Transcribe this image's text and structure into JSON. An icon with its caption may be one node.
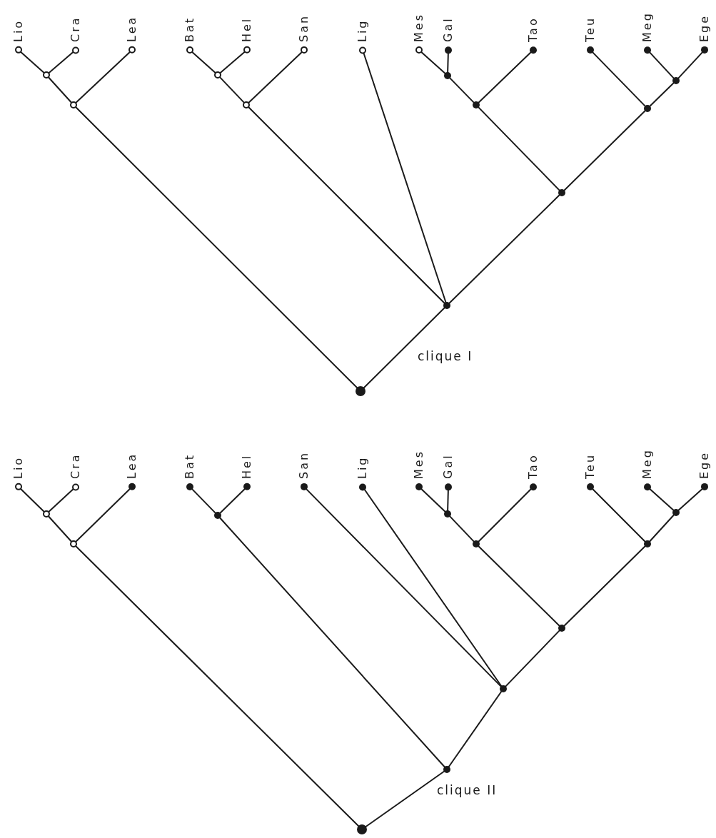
{
  "diagram": {
    "nodes": [
      {
        "text": [
          "Lio"
        ]
      },
      {
        "text": [
          "Cra"
        ]
      },
      {
        "text": [
          "Lea"
        ]
      },
      {
        "text": [
          "Bat"
        ]
      },
      {
        "text": [
          "Hel"
        ]
      },
      {
        "text": [
          "San"
        ]
      },
      {
        "text": [
          "Lig"
        ]
      },
      {
        "text": [
          "Mes"
        ]
      },
      {
        "text": [
          "Gal"
        ]
      },
      {
        "text": [
          "Tao"
        ]
      },
      {
        "text": [
          "Teu"
        ]
      },
      {
        "text": [
          "Meg"
        ]
      },
      {
        "text": [
          "Ege"
        ]
      },
      {
        "text": [],
        "shape": "circle"
      },
      {
        "text": [],
        "shape": "circle"
      },
      {
        "text": [],
        "shape": "circle"
      },
      {
        "text": [],
        "shape": "circle"
      },
      {
        "text": [],
        "shape": "circle"
      },
      {
        "text": [],
        "shape": "circle"
      },
      {
        "text": [],
        "shape": "circle"
      },
      {
        "text": [],
        "shape": "circle"
      },
      {
        "text": [],
        "shape": "circle"
      },
      {
        "text": [],
        "shape": "circle"
      },
      {
        "text": [],
        "shape": "circle"
      },
      {
        "text": [
          "Lio"
        ]
      },
      {
        "text": [
          "Cra"
        ]
      },
      {
        "text": [
          "Lea"
        ]
      },
      {
        "text": [
          "Bat"
        ]
      },
      {
        "text": [
          "Hel"
        ]
      },
      {
        "text": [
          "San"
        ]
      },
      {
        "text": [
          "Lig"
        ]
      },
      {
        "text": [
          "Mes"
        ]
      },
      {
        "text": [
          "Gal"
        ]
      },
      {
        "text": [
          "Tao"
        ]
      },
      {
        "text": [
          "Teu"
        ]
      },
      {
        "text": [
          "Meg"
        ]
      },
      {
        "text": [
          "Ege"
        ]
      },
      {
        "text": [],
        "shape": "circle"
      },
      {
        "text": [],
        "shape": "circle"
      },
      {
        "text": [],
        "shape": "circle"
      },
      {
        "text": [],
        "shape": "circle"
      },
      {
        "text": [],
        "shape": "circle"
      },
      {
        "text": [],
        "shape": "circle"
      },
      {
        "text": [],
        "shape": "circle"
      },
      {
        "text": [],
        "shape": "circle"
      },
      {
        "text": [],
        "shape": "circle"
      },
      {
        "text": [],
        "shape": "circle"
      },
      {
        "text": [],
        "shape": "circle"
      }
    ],
    "edges": [
      {
        "from": 0,
        "to": 13,
        "arrow": "none"
      },
      {
        "from": 1,
        "to": 13,
        "arrow": "none"
      },
      {
        "from": 13,
        "to": 17,
        "arrow": "none"
      },
      {
        "from": 2,
        "to": 17,
        "arrow": "none"
      },
      {
        "from": 3,
        "to": 14,
        "arrow": "none"
      },
      {
        "from": 4,
        "to": 14,
        "arrow": "none"
      },
      {
        "from": 14,
        "to": 18,
        "arrow": "none"
      },
      {
        "from": 5,
        "to": 18,
        "arrow": "none"
      },
      {
        "from": 7,
        "to": 15,
        "arrow": "none"
      },
      {
        "from": 8,
        "to": 15,
        "arrow": "none"
      },
      {
        "from": 15,
        "to": 19,
        "arrow": "none"
      },
      {
        "from": 9,
        "to": 19,
        "arrow": "none"
      },
      {
        "from": 11,
        "to": 16,
        "arrow": "none"
      },
      {
        "from": 12,
        "to": 16,
        "arrow": "none"
      },
      {
        "from": 16,
        "to": 20,
        "arrow": "none"
      },
      {
        "from": 10,
        "to": 20,
        "arrow": "none"
      },
      {
        "from": 19,
        "to": 21,
        "arrow": "none"
      },
      {
        "from": 20,
        "to": 21,
        "arrow": "none"
      },
      {
        "from": 18,
        "to": 22,
        "arrow": "none"
      },
      {
        "from": 6,
        "to": 22,
        "arrow": "none"
      },
      {
        "from": 21,
        "to": 22,
        "arrow": "none"
      },
      {
        "from": 17,
        "to": 23,
        "arrow": "none"
      },
      {
        "from": 22,
        "to": 23,
        "arrow": "none"
      },
      {
        "from": 24,
        "to": 37,
        "arrow": "none"
      },
      {
        "from": 25,
        "to": 37,
        "arrow": "none"
      },
      {
        "from": 37,
        "to": 41,
        "arrow": "none"
      },
      {
        "from": 26,
        "to": 41,
        "arrow": "none"
      },
      {
        "from": 27,
        "to": 38,
        "arrow": "none"
      },
      {
        "from": 28,
        "to": 38,
        "arrow": "none"
      },
      {
        "from": 31,
        "to": 39,
        "arrow": "none"
      },
      {
        "from": 32,
        "to": 39,
        "arrow": "none"
      },
      {
        "from": 39,
        "to": 42,
        "arrow": "none"
      },
      {
        "from": 33,
        "to": 42,
        "arrow": "none"
      },
      {
        "from": 35,
        "to": 40,
        "arrow": "none"
      },
      {
        "from": 36,
        "to": 40,
        "arrow": "none"
      },
      {
        "from": 40,
        "to": 43,
        "arrow": "none"
      },
      {
        "from": 34,
        "to": 43,
        "arrow": "none"
      },
      {
        "from": 42,
        "to": 44,
        "arrow": "none"
      },
      {
        "from": 43,
        "to": 44,
        "arrow": "none"
      },
      {
        "from": 29,
        "to": 45,
        "arrow": "none"
      },
      {
        "from": 30,
        "to": 45,
        "arrow": "none"
      },
      {
        "from": 44,
        "to": 45,
        "arrow": "none"
      },
      {
        "from": 38,
        "to": 46,
        "arrow": "none"
      },
      {
        "from": 45,
        "to": 46,
        "arrow": "none"
      },
      {
        "from": 41,
        "to": 47,
        "arrow": "none"
      },
      {
        "from": 46,
        "to": 47,
        "arrow": "none"
      }
    ],
    "labels": [
      "clique I",
      "clique II"
    ]
  }
}
